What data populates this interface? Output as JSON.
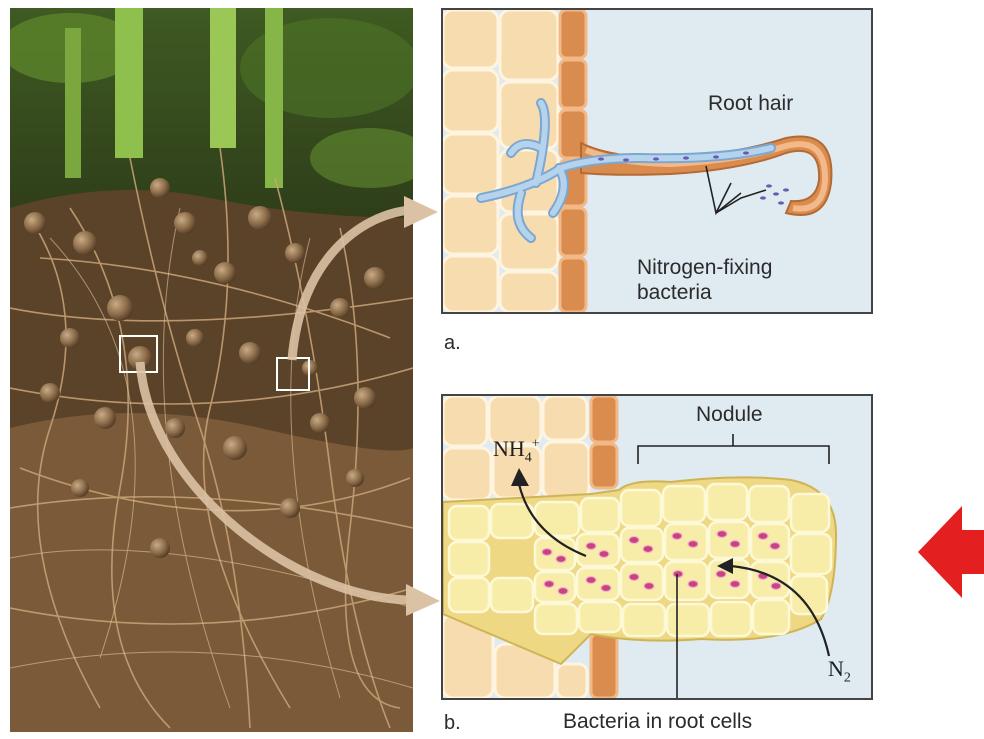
{
  "panel_a": {
    "letter": "a.",
    "root_hair_label": "Root hair",
    "bacteria_label_line1": "Nitrogen-fixing",
    "bacteria_label_line2": "bacteria"
  },
  "panel_b": {
    "letter": "b.",
    "nodule_label": "Nodule",
    "ammonium_base": "NH",
    "ammonium_sub": "4",
    "ammonium_sup": "+",
    "nitrogen_base": "N",
    "nitrogen_sub": "2",
    "bacteria_cells_label": "Bacteria in root cells"
  },
  "colors": {
    "cortex_cell_fill": "#f6dcae",
    "cortex_cell_stroke": "#fff4df",
    "epidermis_fill": "#d98c4e",
    "background_fluid": "#dfeaf1",
    "bacteria_thread": "#b6d3ee",
    "nodule_cell_fill": "#f3e79c",
    "bacteria_fill": "#c9447e",
    "arrow_accent": "#e41f1f",
    "connector_arrow": "#dcc2a4"
  }
}
